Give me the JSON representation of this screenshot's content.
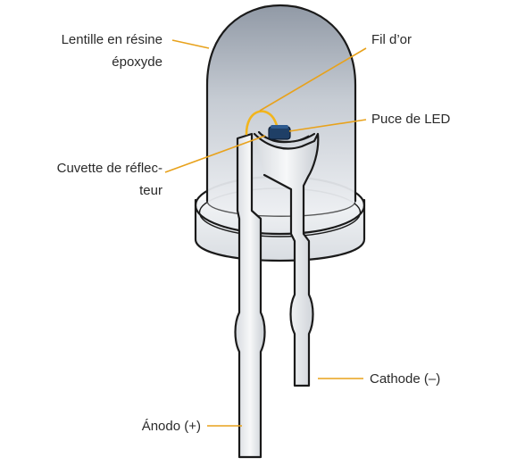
{
  "diagram": {
    "labels": {
      "lens_line1": "Lentille en résine",
      "lens_line2": "époxyde",
      "gold_wire": "Fil d’or",
      "led_chip": "Puce de LED",
      "reflector_line1": "Cuvette de réflec-",
      "reflector_line2": "teur",
      "cathode": "Cathode (–)",
      "anode": "Ánodo (+)"
    },
    "colors": {
      "callout": "#e8a21c",
      "gold_wire": "#f2b51c",
      "chip": "#1f3f66",
      "lens_top": "#8d96a3",
      "lens_bottom": "#eceff3",
      "outline": "#1a1a1a"
    }
  }
}
